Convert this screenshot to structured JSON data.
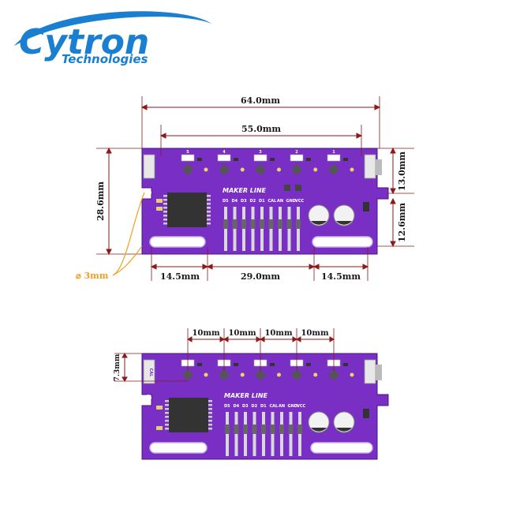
{
  "brand": {
    "name": "Cytron",
    "tagline": "Technologies",
    "color": "#1a7fd1"
  },
  "board": {
    "title": "MAKER LINE",
    "header_labels": [
      "D5",
      "D4",
      "D3",
      "D2",
      "D1",
      "CAL",
      "AN",
      "GND",
      "VCC"
    ],
    "sensor_numbers": [
      "5",
      "4",
      "3",
      "2",
      "1"
    ],
    "side_label": "CAL",
    "pcb_color": "#7a2fc4",
    "pcb_dark": "#5a1a9a"
  },
  "top_diagram": {
    "dims": {
      "width_total": "64.0mm",
      "sensor_span": "55.0mm",
      "height_total": "28.6mm",
      "height_upper": "13.0mm",
      "height_lower": "12.6mm",
      "slot_left": "14.5mm",
      "slot_middle": "29.0mm",
      "slot_right": "14.5mm",
      "hole": "⌀ 3mm"
    }
  },
  "bottom_diagram": {
    "dims": {
      "sensor_pitch": [
        "10mm",
        "10mm",
        "10mm",
        "10mm"
      ],
      "sensor_offset": "7.3mm"
    }
  },
  "colors": {
    "dimension_line": "#8b1a1a",
    "hole_callout": "#f0a020"
  }
}
